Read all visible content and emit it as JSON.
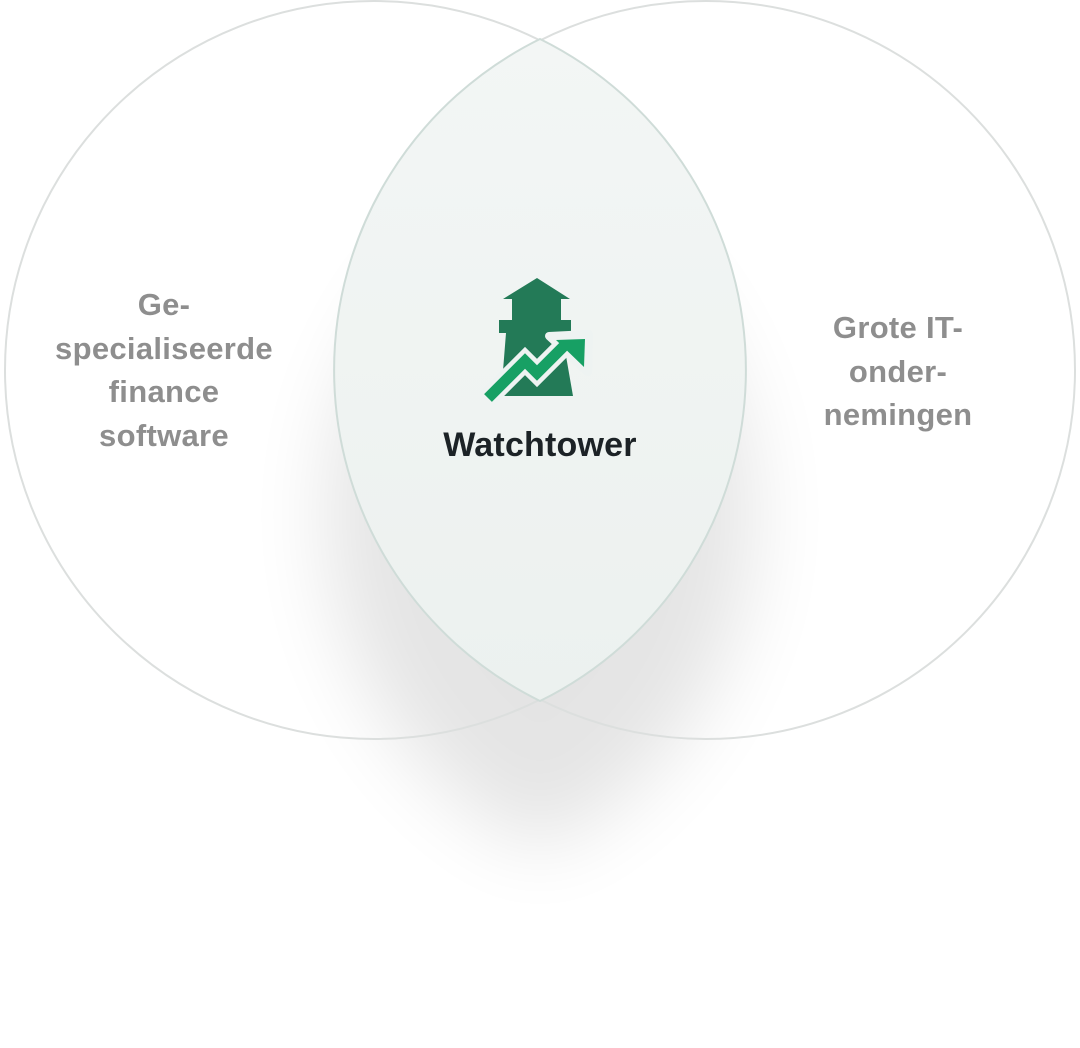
{
  "diagram": {
    "type": "venn",
    "left_circle": {
      "label_lines": [
        "Ge-",
        "specialiseerde",
        "finance",
        "software"
      ]
    },
    "right_circle": {
      "label_lines": [
        "Grote IT-",
        "onder-",
        "nemingen"
      ]
    },
    "intersection": {
      "title": "Watchtower",
      "icon": "watchtower-growth-arrow-icon"
    }
  },
  "colors": {
    "circle_stroke": "#dcdfde",
    "lens_fill": "#eef3f2",
    "lens_stroke": "#cfdcd8",
    "side_text": "#8e8e8e",
    "title_text": "#1c2226",
    "tower_green": "#237a57",
    "arrow_green": "#17a064"
  }
}
